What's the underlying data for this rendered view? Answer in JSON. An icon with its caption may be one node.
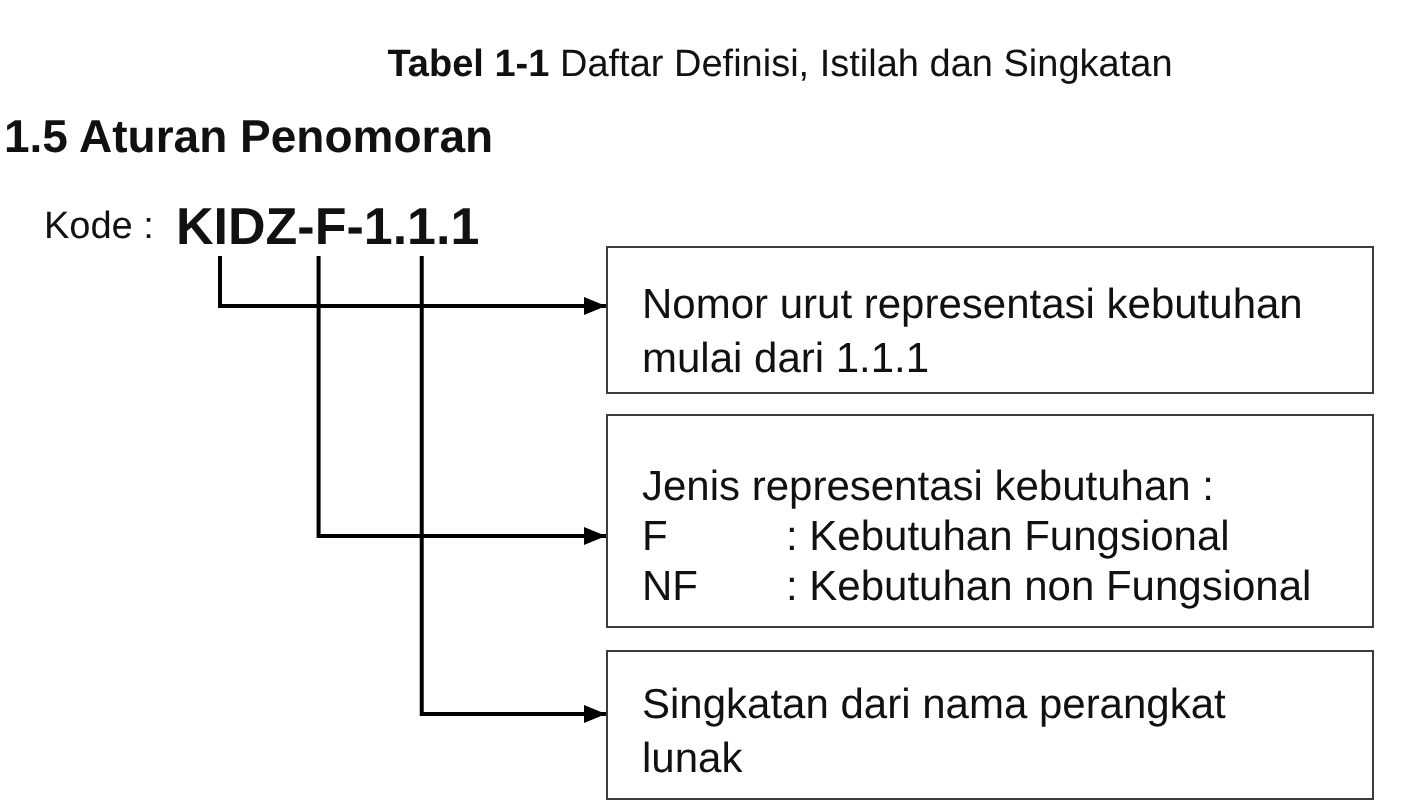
{
  "diagram": {
    "title": "1.5 Aturan Penomoran",
    "nodes": [
      {
        "text": [
          "KIDZ-F-1.1.1"
        ]
      },
      {
        "text": [
          "Nomor urut representasi kebutuhan mulai dari 1.1.1"
        ]
      },
      {
        "text": [
          "Jenis representasi kebutuhan :",
          "F",
          ": Kebutuhan Fungsional",
          "NF",
          ": Kebutuhan non Fungsional"
        ]
      },
      {
        "text": [
          "Singkatan dari nama perangkat lunak"
        ]
      }
    ],
    "edges": [
      {
        "from": 0,
        "to": 1,
        "arrow": "to"
      },
      {
        "from": 0,
        "to": 2,
        "arrow": "to"
      },
      {
        "from": 0,
        "to": 3,
        "arrow": "to"
      }
    ],
    "labels": [
      "**Tabel 1-1** Daftar Definisi, Istilah dan Singkatan",
      "Kode :"
    ]
  }
}
